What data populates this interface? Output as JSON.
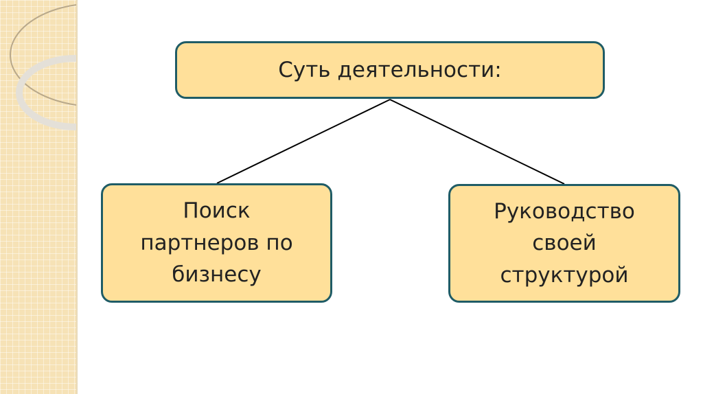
{
  "diagram": {
    "root": "Суть деятельности:",
    "children": [
      "Поиск партнеров по бизнесу",
      "Руководство своей структурой"
    ]
  },
  "colors": {
    "box_fill": "#ffe09a",
    "box_border": "#1f5c66",
    "connector": "#000000"
  }
}
